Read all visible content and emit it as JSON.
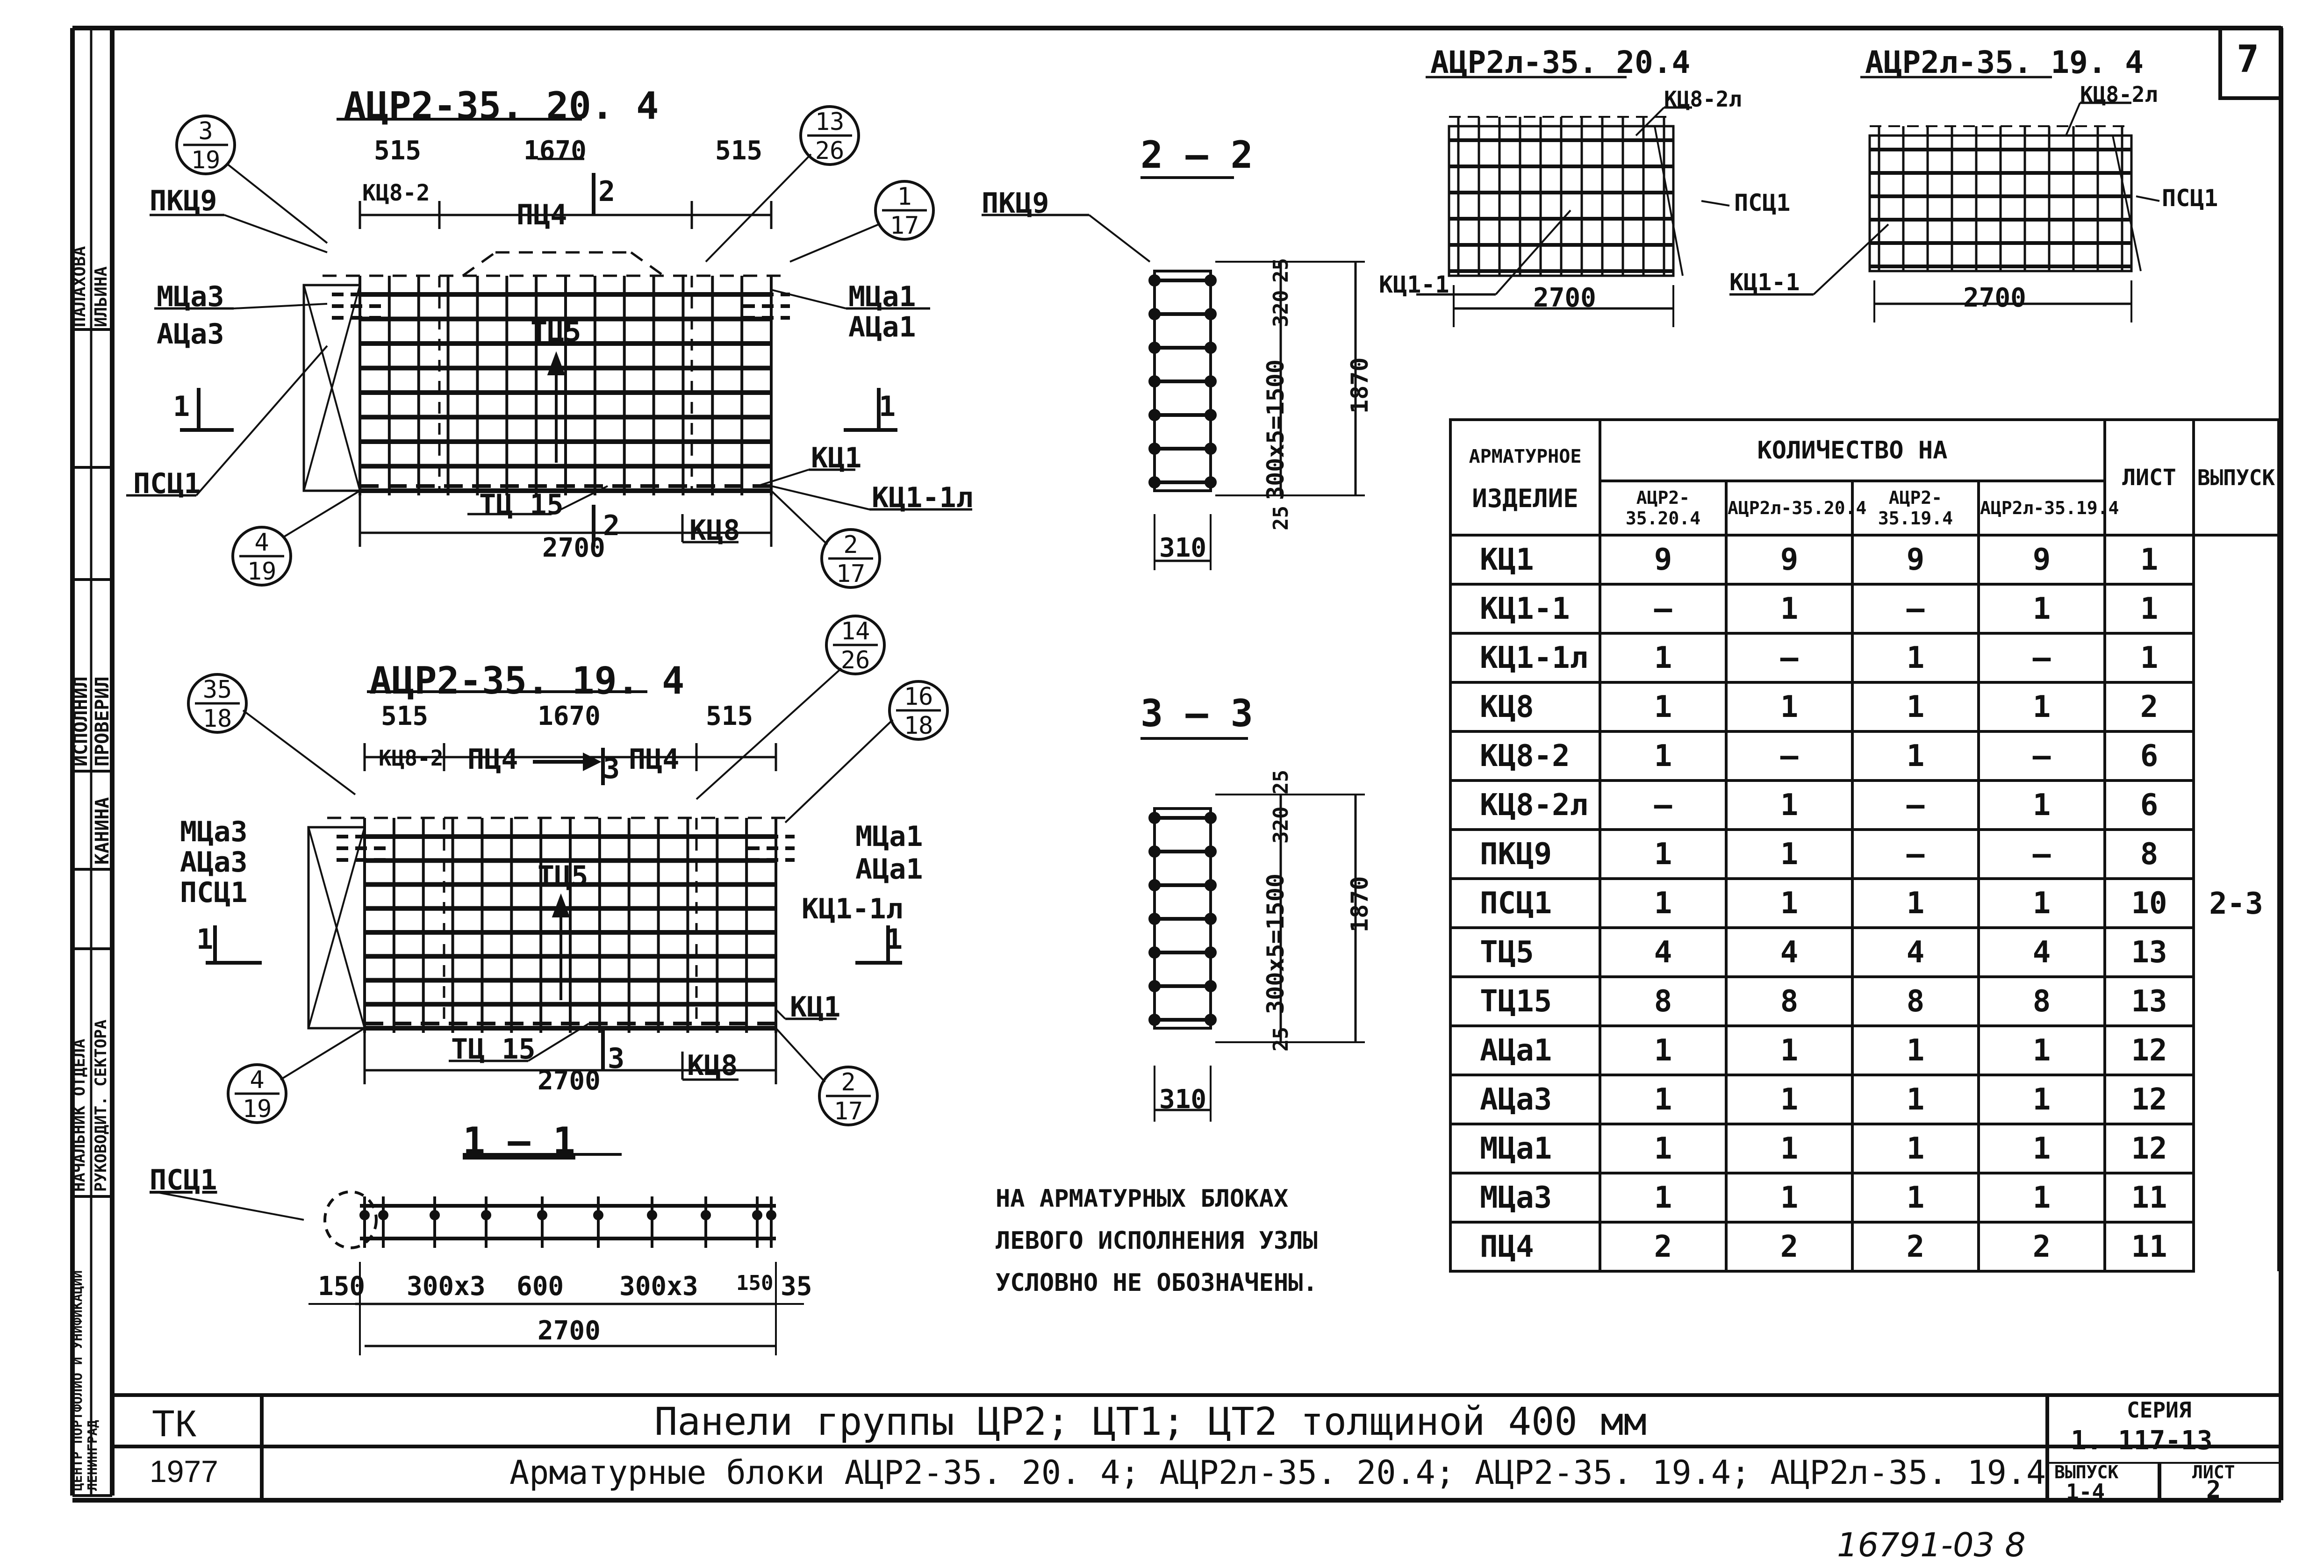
{
  "sheet_number": "7",
  "stamp": "16791-03   8",
  "drawing1": {
    "title": "АЦР2-35. 20. 4",
    "dims_top": [
      "515",
      "1670",
      "515"
    ],
    "dim_bottom": "2700",
    "labels": {
      "pkc9": "ПКЦ9",
      "kc8_2": "КЦ8-2",
      "pc4": "ПЦ4",
      "mca3": "МЦа3",
      "aca3": "АЦа3",
      "tc5": "ТЦ5",
      "psc1": "ПСЦ1",
      "tc15": "ТЦ 15",
      "kc8": "КЦ8",
      "kc1": "КЦ1",
      "kc1_1l": "КЦ1-1л",
      "mca1": "МЦа1",
      "aca1": "АЦа1",
      "sec1": "1",
      "sec2": "2"
    },
    "callouts": [
      {
        "top": "3",
        "bottom": "19"
      },
      {
        "top": "13",
        "bottom": "26"
      },
      {
        "top": "1",
        "bottom": "17"
      },
      {
        "top": "4",
        "bottom": "19"
      },
      {
        "top": "2",
        "bottom": "17"
      }
    ]
  },
  "drawing2": {
    "title": "АЦР2-35. 19. 4",
    "dims_top": [
      "515",
      "1670",
      "515"
    ],
    "dim_bottom": "2700",
    "labels": {
      "kc8_2": "КЦ8-2",
      "pc4a": "ПЦ4",
      "pc4b": "ПЦ4",
      "mca3": "МЦа3",
      "aca3": "АЦа3",
      "psc1": "ПСЦ1",
      "tc5": "ТЦ5",
      "kc1_1l": "КЦ1-1л",
      "mca1": "МЦа1",
      "aca1": "АЦа1",
      "kc1": "КЦ1",
      "tc15": "ТЦ 15",
      "kc8": "КЦ8",
      "sec1": "1",
      "sec3": "3"
    },
    "callouts": [
      {
        "top": "35",
        "bottom": "18"
      },
      {
        "top": "14",
        "bottom": "26"
      },
      {
        "top": "16",
        "bottom": "18"
      },
      {
        "top": "4",
        "bottom": "19"
      },
      {
        "top": "2",
        "bottom": "17"
      }
    ]
  },
  "section_1_1": {
    "title": "1 — 1",
    "label": "ПСЦ1",
    "dims": [
      "150",
      "300х3",
      "600",
      "300х3",
      "150",
      "35"
    ],
    "total": "2700"
  },
  "section_2_2": {
    "title": "2 — 2",
    "label": "ПКЦ9",
    "dims": [
      "25",
      "320",
      "300х5=1500",
      "25"
    ],
    "height": "1870",
    "width": "310"
  },
  "section_3_3": {
    "title": "3 — 3",
    "dims": [
      "25",
      "320",
      "300х5=1500",
      "25"
    ],
    "height": "1870",
    "width": "310"
  },
  "drawing3": {
    "title": "АЦР2л-35. 20.4",
    "kc8": "КЦ8-2л",
    "psc": "ПСЦ1",
    "kc1": "КЦ1-1",
    "dim": "2700"
  },
  "drawing4": {
    "title": "АЦР2л-35. 19. 4",
    "kc8": "КЦ8-2л",
    "psc": "ПСЦ1",
    "kc1": "КЦ1-1",
    "dim": "2700"
  },
  "spec_table": {
    "col_item_line1": "АРМАТУРНОЕ",
    "col_item_line2": "ИЗДЕЛИЕ",
    "col_qty": "КОЛИЧЕСТВО   НА",
    "col_sheet": "ЛИСТ",
    "col_issue": "ВЫПУСК",
    "sub_cols": [
      "АЦР2-35.20.4",
      "АЦР2л-35.20.4",
      "АЦР2-35.19.4",
      "АЦР2л-35.19.4"
    ],
    "issue_value": "2-3",
    "rows": [
      {
        "item": "КЦ1",
        "q": [
          "9",
          "9",
          "9",
          "9"
        ],
        "sheet": "1"
      },
      {
        "item": "КЦ1-1",
        "q": [
          "—",
          "1",
          "—",
          "1"
        ],
        "sheet": "1"
      },
      {
        "item": "КЦ1-1л",
        "q": [
          "1",
          "—",
          "1",
          "—"
        ],
        "sheet": "1"
      },
      {
        "item": "КЦ8",
        "q": [
          "1",
          "1",
          "1",
          "1"
        ],
        "sheet": "2"
      },
      {
        "item": "КЦ8-2",
        "q": [
          "1",
          "—",
          "1",
          "—"
        ],
        "sheet": "6"
      },
      {
        "item": "КЦ8-2л",
        "q": [
          "—",
          "1",
          "—",
          "1"
        ],
        "sheet": "6"
      },
      {
        "item": "ПКЦ9",
        "q": [
          "1",
          "1",
          "—",
          "—"
        ],
        "sheet": "8"
      },
      {
        "item": "ПСЦ1",
        "q": [
          "1",
          "1",
          "1",
          "1"
        ],
        "sheet": "10"
      },
      {
        "item": "ТЦ5",
        "q": [
          "4",
          "4",
          "4",
          "4"
        ],
        "sheet": "13"
      },
      {
        "item": "ТЦ15",
        "q": [
          "8",
          "8",
          "8",
          "8"
        ],
        "sheet": "13"
      },
      {
        "item": "АЦа1",
        "q": [
          "1",
          "1",
          "1",
          "1"
        ],
        "sheet": "12"
      },
      {
        "item": "АЦа3",
        "q": [
          "1",
          "1",
          "1",
          "1"
        ],
        "sheet": "12"
      },
      {
        "item": "МЦа1",
        "q": [
          "1",
          "1",
          "1",
          "1"
        ],
        "sheet": "12"
      },
      {
        "item": "МЦа3",
        "q": [
          "1",
          "1",
          "1",
          "1"
        ],
        "sheet": "11"
      },
      {
        "item": "ПЦ4",
        "q": [
          "2",
          "2",
          "2",
          "2"
        ],
        "sheet": "11"
      }
    ]
  },
  "note": {
    "line1": "НА   АРМАТУРНЫХ    БЛОКАХ",
    "line2": "ЛЕВОГО  ИСПОЛНЕНИЯ  УЗЛЫ",
    "line3": "УСЛОВНО   НЕ   ОБОЗНАЧЕНЫ."
  },
  "title_block": {
    "code": "ТК",
    "year": "1977",
    "title1": "Панели  группы  ЦР2;  ЦТ1;  ЦТ2  толщиной  400 мм",
    "title2": "Арматурные  блоки  АЦР2-35. 20. 4;  АЦР2л-35. 20.4;  АЦР2-35. 19.4;  АЦР2л-35. 19.4",
    "series_label": "СЕРИЯ",
    "series_value": "1. 117-13",
    "issue_label": "ВЫПУСК",
    "issue_value": "1-4",
    "sheet_label": "ЛИСТ",
    "sheet_value": "2"
  },
  "side_stamp": {
    "org": "ЦЕНТР ПОРТФОЛИО И УНИФИКАЦИИ ЛЕНИНГРАД",
    "head_dept": "НАЧАЛЬНИК ОТДЕЛА",
    "head_sector": "РУКОВОДИТ. СЕКТОРА",
    "performed": "ИСПОЛНИЛ",
    "checked": "ПРОВЕРИЛ",
    "name1": "КАНИНА",
    "name2": "ПАЛАХОВА",
    "name3": "ИЛЬИНА"
  }
}
